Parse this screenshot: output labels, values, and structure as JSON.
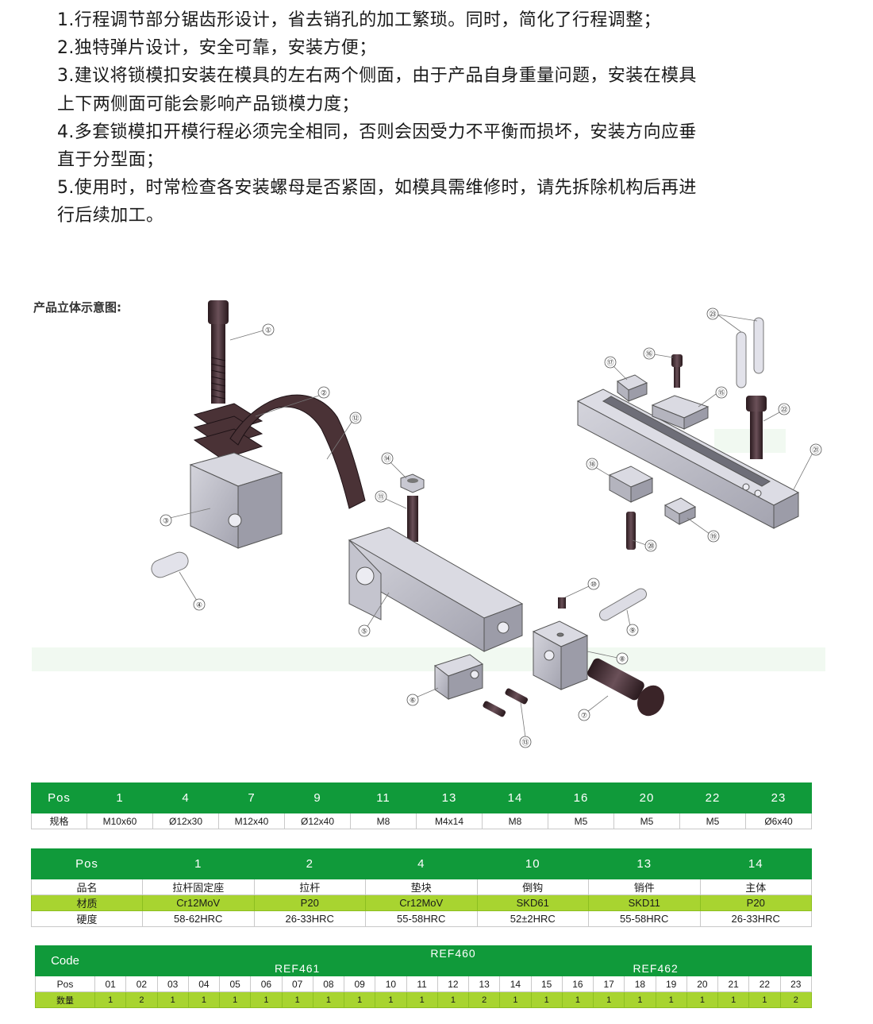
{
  "notes": [
    "1.行程调节部分锯齿形设计，省去销孔的加工繁琐。同时，简化了行程调整；",
    "2.独特弹片设计，安全可靠，安装方便；",
    "3.建议将锁模扣安装在模具的左右两个侧面，由于产品自身重量问题，安装在模具",
    "上下两侧面可能会影响产品锁模力度；",
    "4.多套锁模扣开模行程必须完全相同，否则会因受力不平衡而损坏，安装方向应垂",
    "直于分型面；",
    "5.使用时，时常检查各安装螺母是否紧固，如模具需维修时，请先拆除机构后再进",
    "行后续加工。"
  ],
  "diagram_title": "产品立体示意图:",
  "callouts": [
    "①",
    "②",
    "③",
    "④",
    "⑤",
    "⑥",
    "⑦",
    "⑧",
    "⑨",
    "⑩",
    "⑪",
    "⑫",
    "⑬",
    "⑭",
    "⑮",
    "⑯",
    "⑰",
    "⑱",
    "⑲",
    "⑳",
    "㉑",
    "㉒",
    "㉓"
  ],
  "spec_table": {
    "header_label": "Pos",
    "row_label": "规格",
    "pos": [
      "1",
      "4",
      "7",
      "9",
      "11",
      "13",
      "14",
      "16",
      "20",
      "22",
      "23"
    ],
    "spec": [
      "M10x60",
      "Ø12x30",
      "M12x40",
      "Ø12x40",
      "M8",
      "M4x14",
      "M8",
      "M5",
      "M5",
      "M5",
      "Ø6x40"
    ]
  },
  "material_table": {
    "header_label": "Pos",
    "pos": [
      "1",
      "2",
      "4",
      "10",
      "13",
      "14"
    ],
    "rows": [
      {
        "label": "品名",
        "values": [
          "拉杆固定座",
          "拉杆",
          "垫块",
          "倒钩",
          "销件",
          "主体"
        ]
      },
      {
        "label": "材质",
        "values": [
          "Cr12MoV",
          "P20",
          "Cr12MoV",
          "SKD61",
          "SKD11",
          "P20"
        ]
      },
      {
        "label": "硬度",
        "values": [
          "58-62HRC",
          "26-33HRC",
          "55-58HRC",
          "52±2HRC",
          "55-58HRC",
          "26-33HRC"
        ]
      }
    ]
  },
  "code_table": {
    "code_label": "Code",
    "ref_top": "REF460",
    "ref_left": "REF461",
    "ref_right": "REF462",
    "pos_label": "Pos",
    "qty_label": "数量",
    "pos": [
      "01",
      "02",
      "03",
      "04",
      "05",
      "06",
      "07",
      "08",
      "09",
      "10",
      "11",
      "12",
      "13",
      "14",
      "15",
      "16",
      "17",
      "18",
      "19",
      "20",
      "21",
      "22",
      "23"
    ],
    "qty": [
      "1",
      "2",
      "1",
      "1",
      "1",
      "1",
      "1",
      "1",
      "1",
      "1",
      "1",
      "1",
      "2",
      "1",
      "1",
      "1",
      "1",
      "1",
      "1",
      "1",
      "1",
      "1",
      "2"
    ]
  },
  "colors": {
    "header_green": "#109a3a",
    "row_lime": "#a8d430",
    "part_grey": "#b9b9c4"
  }
}
